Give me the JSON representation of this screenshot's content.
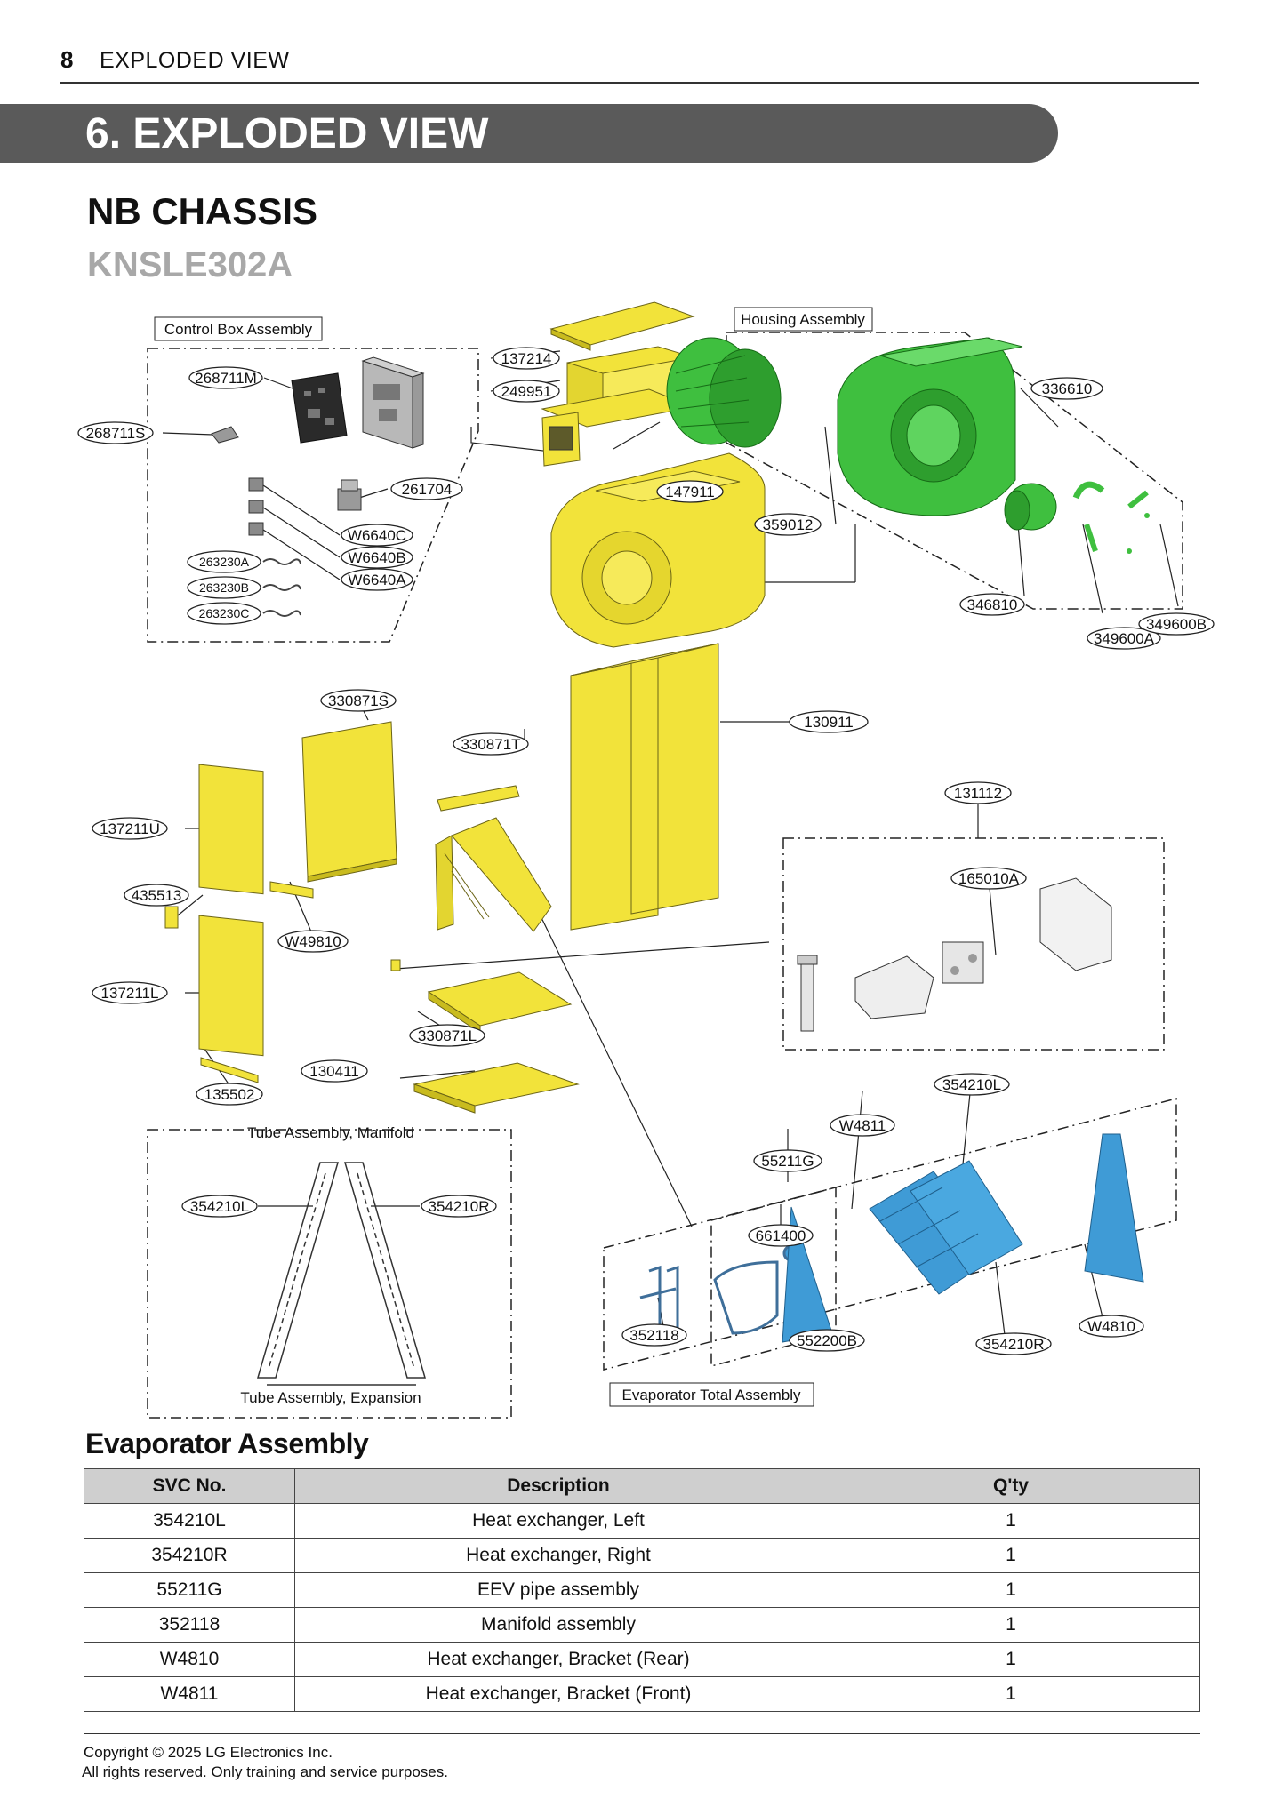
{
  "header": {
    "page_number": "8",
    "title": "EXPLODED VIEW"
  },
  "section": {
    "title": "6. EXPLODED VIEW",
    "chassis": "NB CHASSIS",
    "model": "KNSLE302A"
  },
  "diagram": {
    "group_labels": {
      "control_box": "Control Box Assembly",
      "housing": "Housing Assembly",
      "tube_manifold": "Tube Assembly, Manifold",
      "tube_expansion": "Tube Assembly, Expansion",
      "evaporator_total": "Evaporator Total Assembly"
    },
    "callouts": {
      "c268711M": "268711M",
      "c268711S": "268711S",
      "c137214": "137214",
      "c249951": "249951",
      "c147911": "147911",
      "c261704": "261704",
      "cW6640C": "W6640C",
      "cW6640B": "W6640B",
      "cW6640A": "W6640A",
      "c263230A": "263230A",
      "c263230B": "263230B",
      "c263230C": "263230C",
      "c336610": "336610",
      "c359012": "359012",
      "c346810": "346810",
      "c349600A": "349600A",
      "c349600B": "349600B",
      "c330871S": "330871S",
      "c330871T": "330871T",
      "c130911": "130911",
      "c131112": "131112",
      "c137211U": "137211U",
      "c435513": "435513",
      "cW49810": "W49810",
      "c165010A": "165010A",
      "c137211L": "137211L",
      "c330871L": "330871L",
      "c130411": "130411",
      "c135502": "135502",
      "c354210L_top": "354210L",
      "cW4811": "W4811",
      "c55211G": "55211G",
      "c661400": "661400",
      "c354210L_tube": "354210L",
      "c354210R_tube": "354210R",
      "c352118": "352118",
      "c552200B": "552200B",
      "c354210R": "354210R",
      "cW4810": "W4810"
    }
  },
  "evaporator": {
    "title": "Evaporator Assembly",
    "columns": [
      "SVC No.",
      "Description",
      "Q'ty"
    ],
    "rows": [
      [
        "354210L",
        "Heat exchanger, Left",
        "1"
      ],
      [
        "354210R",
        "Heat exchanger, Right",
        "1"
      ],
      [
        "55211G",
        "EEV pipe assembly",
        "1"
      ],
      [
        "352118",
        "Manifold assembly",
        "1"
      ],
      [
        "W4810",
        "Heat exchanger, Bracket (Rear)",
        "1"
      ],
      [
        "W4811",
        "Heat exchanger, Bracket (Front)",
        "1"
      ]
    ]
  },
  "footer": {
    "copyright": "Copyright © 2025 LG Electronics Inc.",
    "rights": "All rights reserved. Only training and service purposes."
  },
  "colors": {
    "yellow": "#f2e33a",
    "green": "#3fbf3f",
    "blue": "#3f9bd6",
    "bar": "#5a5a5a"
  }
}
